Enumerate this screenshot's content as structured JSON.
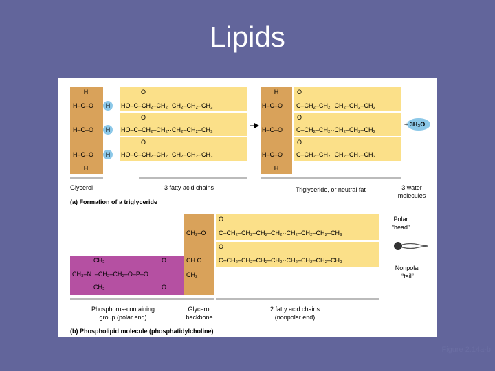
{
  "slide": {
    "title": "Lipids",
    "caption": "Figure 2.14a-b"
  },
  "colors": {
    "background": "#62659b",
    "glycerol_band": "#d9a25a",
    "fatty_acid_band": "#fbe089",
    "phosphate_band": "#b550a2",
    "water_bubble": "#8cc8e8"
  },
  "part_a": {
    "glycerol_rows": [
      "H–C–O",
      "H–C–O",
      "H–C–O"
    ],
    "glycerol_top_h": "H",
    "glycerol_bottom_h": "H",
    "hydrogen": "H",
    "fatty_acid_rows": [
      "HO–C–CH₂–CH₂··CH₂–CH₂–CH₃",
      "HO–C–CH₂–CH₂··CH₂–CH₂–CH₃",
      "HO–C–CH₂–CH₂··CH₂–CH₂–CH₃"
    ],
    "carbonyl_o": "O",
    "triglyceride_glycerol_rows": [
      "H–C–O",
      "H–C–O",
      "H–C–O"
    ],
    "triglyceride_chain_rows": [
      "C–CH₂–CH₂··CH₂–CH₂–CH₃",
      "C–CH₂–CH₂··CH₂–CH₂–CH₃",
      "C–CH₂–CH₂··CH₂–CH₂–CH₃"
    ],
    "water": "+ 3H₂O",
    "labels": {
      "glycerol": "Glycerol",
      "fatty_acids": "3 fatty acid chains",
      "triglyceride": "Triglyceride, or neutral fat",
      "water_line1": "3 water",
      "water_line2": "molecules"
    },
    "caption": "(a) Formation of a triglyceride"
  },
  "part_b": {
    "backbone_rows": [
      "CH₂–O",
      "CH   O",
      "CH₂"
    ],
    "chain_rows": [
      "C–CH₂–CH₂–CH₂–CH₂··CH₂–CH₂–CH₂–CH₃",
      "C–CH₂–CH₂–CH₂–CH₂··CH₂–CH₂–CH₂–CH₃"
    ],
    "carbonyl_o": "O",
    "phosphate_top": "CH₃",
    "phosphate_row": "CH₃–N⁺–CH₂–CH₂–O–P–O",
    "phosphate_bottom": "CH₃",
    "phosphate_o_top": "O",
    "phosphate_o_bottom": "O",
    "labels": {
      "polar_head_line1": "Polar",
      "polar_head_line2": "“head”",
      "nonpolar_tail_line1": "Nonpolar",
      "nonpolar_tail_line2": "“tail”",
      "phosphorus_line1": "Phosphorus-containing",
      "phosphorus_line2": "group (polar end)",
      "backbone_line1": "Glycerol",
      "backbone_line2": "backbone",
      "chains_line1": "2 fatty acid chains",
      "chains_line2": "(nonpolar end)"
    },
    "caption": "(b) Phospholipid molecule (phosphatidylcholine)"
  }
}
